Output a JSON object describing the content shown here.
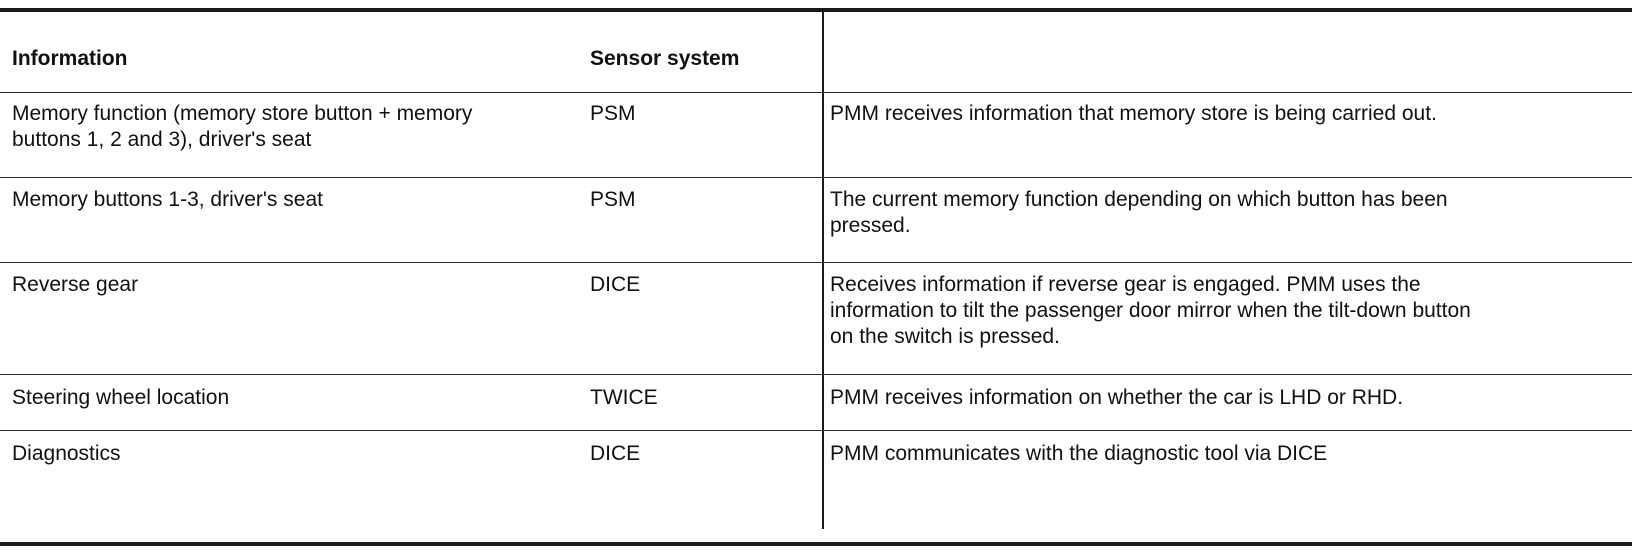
{
  "table": {
    "headers": {
      "information": "Information",
      "sensor_system": "Sensor system",
      "description": ""
    },
    "rows": [
      {
        "information": [
          "Memory function (memory store button + memory",
          "buttons 1, 2 and 3), driver's seat"
        ],
        "sensor": "PSM",
        "description": [
          "PMM receives information that memory store is being carried out."
        ]
      },
      {
        "information": [
          "Memory buttons 1-3, driver's seat"
        ],
        "sensor": "PSM",
        "description": [
          "The current memory function depending on which button has been",
          "pressed."
        ]
      },
      {
        "information": [
          "Reverse gear"
        ],
        "sensor": "DICE",
        "description": [
          "Receives information if reverse gear is engaged. PMM uses the",
          "information to tilt the passenger door mirror when the tilt-down button",
          "on the switch is pressed."
        ]
      },
      {
        "information": [
          "Steering wheel location"
        ],
        "sensor": "TWICE",
        "description": [
          "PMM receives information on whether the car is LHD or RHD."
        ]
      },
      {
        "information": [
          "Diagnostics"
        ],
        "sensor": "DICE",
        "description": [
          "PMM communicates with the diagnostic tool via DICE"
        ]
      }
    ]
  }
}
